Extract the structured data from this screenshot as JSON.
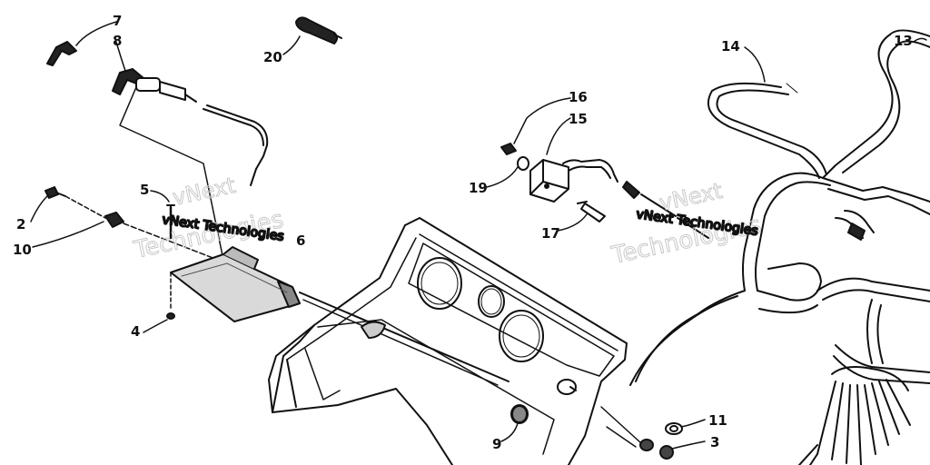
{
  "figure": {
    "callouts": [
      {
        "id": "7",
        "label": "7"
      },
      {
        "id": "8",
        "label": "8"
      },
      {
        "id": "20",
        "label": "20"
      },
      {
        "id": "14",
        "label": "14"
      },
      {
        "id": "13",
        "label": "13"
      },
      {
        "id": "16",
        "label": "16"
      },
      {
        "id": "15",
        "label": "15"
      },
      {
        "id": "19",
        "label": "19"
      },
      {
        "id": "17",
        "label": "17"
      },
      {
        "id": "5",
        "label": "5"
      },
      {
        "id": "2",
        "label": "2"
      },
      {
        "id": "10",
        "label": "10"
      },
      {
        "id": "6",
        "label": "6"
      },
      {
        "id": "4",
        "label": "4"
      },
      {
        "id": "9",
        "label": "9"
      },
      {
        "id": "11",
        "label": "11"
      },
      {
        "id": "3",
        "label": "3"
      }
    ],
    "watermarks": {
      "left_outline": "vNext",
      "left_outline_2": "Technologies",
      "left_small": "vNext Technologies",
      "right_outline": "vNext",
      "right_outline_2": "Technologies",
      "right_small": "vNext Technologies"
    },
    "colors": {
      "ink": "#111111",
      "watermark": "#c9c9c9",
      "paper": "#ffffff"
    }
  }
}
